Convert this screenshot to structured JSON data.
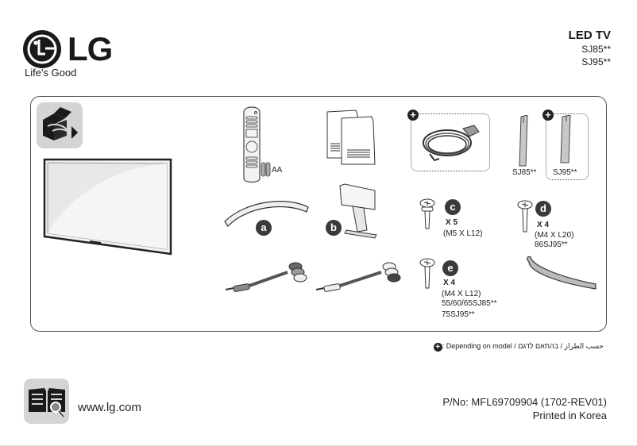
{
  "header": {
    "brand": "LG",
    "tagline": "Life's Good",
    "product_title": "LED TV",
    "models": [
      "SJ85**",
      "SJ95**"
    ]
  },
  "accessories": {
    "remote": {
      "battery_label": "AA",
      "icon": "remote-control-icon"
    },
    "manuals": {
      "icon": "owners-manual-icon"
    },
    "power_cord": {
      "optional": true,
      "icon": "power-cord-icon"
    },
    "cable_holders": [
      {
        "label": "SJ85**",
        "optional": false
      },
      {
        "label": "SJ95**",
        "optional": true
      }
    ],
    "items": [
      {
        "letter": "a",
        "icon": "cable-cover-icon"
      },
      {
        "letter": "b",
        "icon": "stand-icon"
      },
      {
        "letter": "c",
        "qty": "X 5",
        "spec": "(M5 X L12)",
        "models": []
      },
      {
        "letter": "d",
        "qty": "X 4",
        "spec": "(M4 X L20)",
        "models": [
          "86SJ95**"
        ]
      },
      {
        "letter": "e",
        "qty": "X 4",
        "spec": "(M4 X L12)",
        "models": [
          "55/60/65SJ85**",
          "75SJ95**"
        ]
      }
    ],
    "av_cables": [
      "component-gender-cable-icon",
      "av-gender-cable-icon"
    ],
    "cable_tie": "cable-tie-icon"
  },
  "note": {
    "text": ": Depending on model / حسب الطراز / בהתאם לדגם",
    "separator_hebrew": "בהתאם לדגם",
    "separator_arabic": "حسب الطراز",
    "english": ": Depending on model"
  },
  "footer": {
    "website": "www.lg.com",
    "part_number": "P/No: MFL69709904 (1702-REV01)",
    "printed": "Printed in Korea"
  },
  "colors": {
    "badge": "#3a3a3a",
    "icon_bg": "#d4d4d4",
    "border": "#555555",
    "text": "#1a1a1a"
  }
}
